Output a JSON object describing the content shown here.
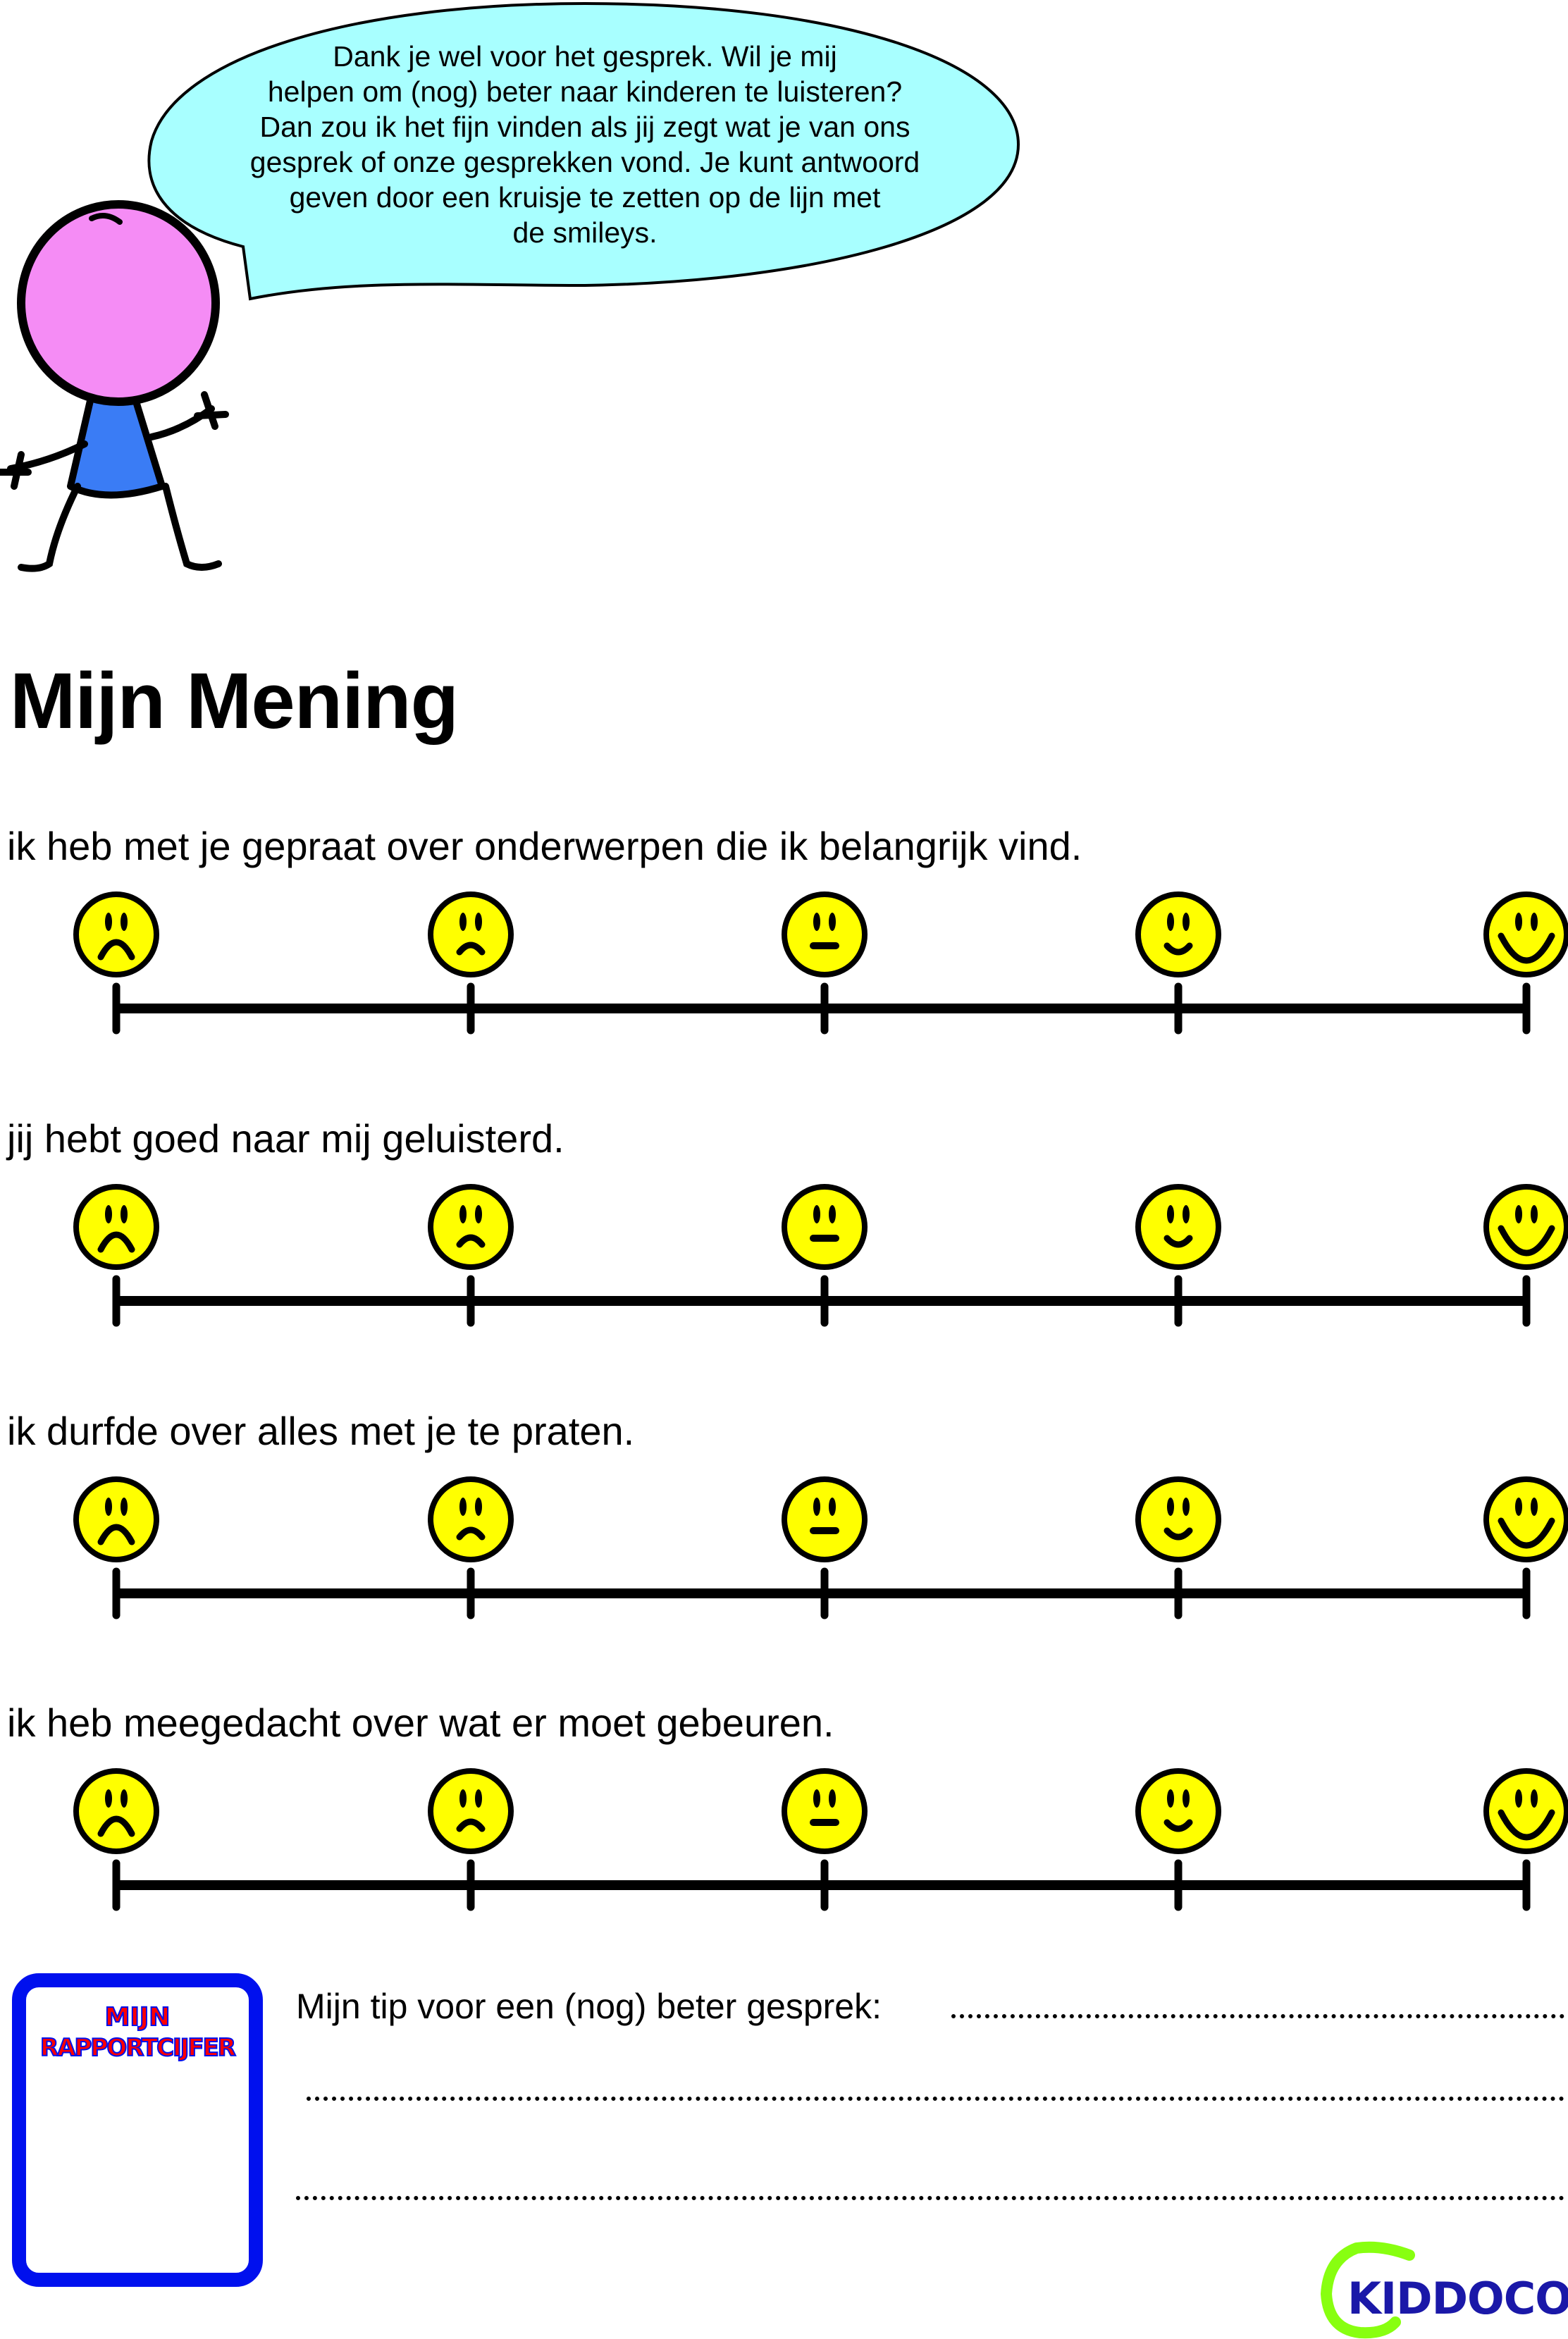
{
  "bubble": {
    "lines": [
      "Dank je wel voor het gesprek. Wil je mij",
      "helpen om (nog) beter naar kinderen te luisteren?",
      "Dan zou ik het fijn vinden als jij zegt wat je van ons",
      "gesprek of onze gesprekken vond. Je kunt antwoord",
      "geven door een kruisje te zetten op de lijn met",
      "de smileys."
    ]
  },
  "title": "Mijn Mening",
  "statements": [
    {
      "text": "ik heb met je gepraat over onderwerpen die ik belangrijk vind."
    },
    {
      "text": "jij hebt goed naar mij geluisterd."
    },
    {
      "text": "ik durfde over alles met je te praten."
    },
    {
      "text": "ik heb meegedacht over wat er moet gebeuren."
    }
  ],
  "smiley_scale": [
    "very-sad",
    "sad",
    "neutral",
    "happy",
    "very-happy"
  ],
  "colors": {
    "smiley": "#ffff00",
    "bubble": "#a8ffff",
    "head": "#f58cf5",
    "shirt": "#3a7cf5",
    "rapport_border": "#0010ee",
    "rapport_text": "#ff0000",
    "logo_text": "#1a18a8",
    "logo_arc": "#88ff10"
  },
  "rapport": {
    "line1": "MIJN",
    "line2": "RAPPORTCIJFER"
  },
  "tip": {
    "label": "Mijn tip voor een (nog) beter gesprek:"
  },
  "logo": {
    "text": "KIDDOCOM"
  }
}
